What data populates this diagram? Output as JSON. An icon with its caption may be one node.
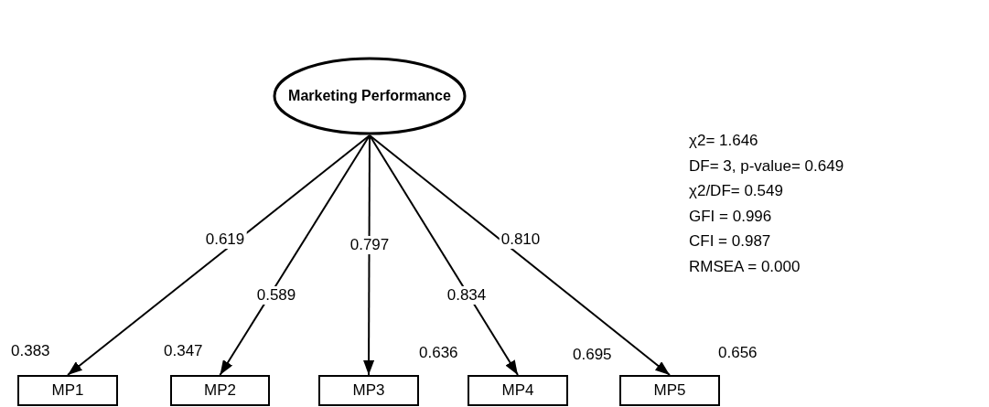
{
  "diagram": {
    "nodes": [
      {
        "text": [
          "Marketing Performance"
        ]
      },
      {
        "text": [
          "MP1"
        ],
        "beside": [
          "0.383"
        ]
      },
      {
        "text": [
          "MP2"
        ],
        "beside": [
          "0.347"
        ]
      },
      {
        "text": [
          "MP3"
        ],
        "beside": [
          "0.636"
        ]
      },
      {
        "text": [
          "MP4"
        ],
        "beside": [
          "0.695"
        ]
      },
      {
        "text": [
          "MP5"
        ],
        "beside": [
          "0.656"
        ]
      }
    ],
    "edges": [
      {
        "from": 0,
        "to": 1,
        "arrow": "to",
        "label": "0.619"
      },
      {
        "from": 0,
        "to": 2,
        "arrow": "to",
        "label": "0.589"
      },
      {
        "from": 0,
        "to": 3,
        "arrow": "to",
        "label": "0.797"
      },
      {
        "from": 0,
        "to": 4,
        "arrow": "to",
        "label": "0.834"
      },
      {
        "from": 0,
        "to": 5,
        "arrow": "to",
        "label": "0.810"
      }
    ],
    "labels": [
      "χ2= 1.646",
      "DF= 3, p-value= 0.649",
      "χ2/DF= 0.549",
      "GFI = 0.996",
      "CFI = 0.987",
      "RMSEA = 0.000"
    ]
  }
}
